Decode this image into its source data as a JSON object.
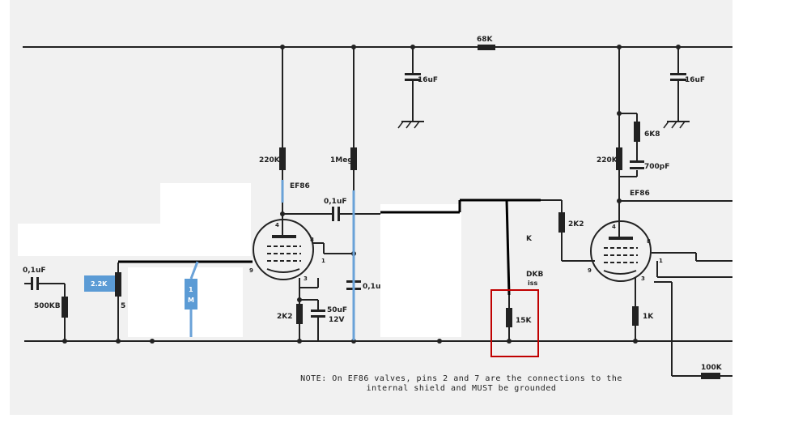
{
  "colors": {
    "paper": "#f1f1f1",
    "ink": "#222222",
    "overlay_wire": "#000000",
    "overlay_blue": "#6aa2d8",
    "blue_resistor": "#5b9bd5",
    "highlight": "#c00000"
  },
  "labels": {
    "r68k": "68K",
    "c16uf_a": "16uF",
    "c16uf_b": "16uF",
    "r6k8": "6K8",
    "r220k_a": "220K",
    "r220k_b": "220K",
    "r1meg": "1Meg",
    "c700pf": "700pF",
    "tube_a": "EF86",
    "tube_b": "EF86",
    "c01uf_a": "0,1uF",
    "c01uf_b": "0,1uF",
    "c01uf_c": "0,1u",
    "r2k2_a": "2K2",
    "r2k2_b": "2K2",
    "c50uf": "50uF",
    "v12": "12V",
    "pot500kb": "500KB",
    "r1k": "1K",
    "r100k": "100K",
    "k_label": "K",
    "dkb": "DKB",
    "iss": "iss",
    "r15k": "15K",
    "blue_2k2": "2.2K",
    "blue_1m_1": "1",
    "blue_1m_2": "M",
    "partial_5": "5",
    "pin1a": "1",
    "pin3a": "3",
    "pin4a": "4",
    "pin8a": "8",
    "pin9a": "9",
    "pin1b": "1",
    "pin3b": "3",
    "pin4b": "4",
    "pin8b": "8",
    "pin9b": "9"
  },
  "note": {
    "line1": "NOTE: On EF86 valves, pins 2 and 7 are the connections to the",
    "line2": "internal shield and MUST be grounded"
  }
}
